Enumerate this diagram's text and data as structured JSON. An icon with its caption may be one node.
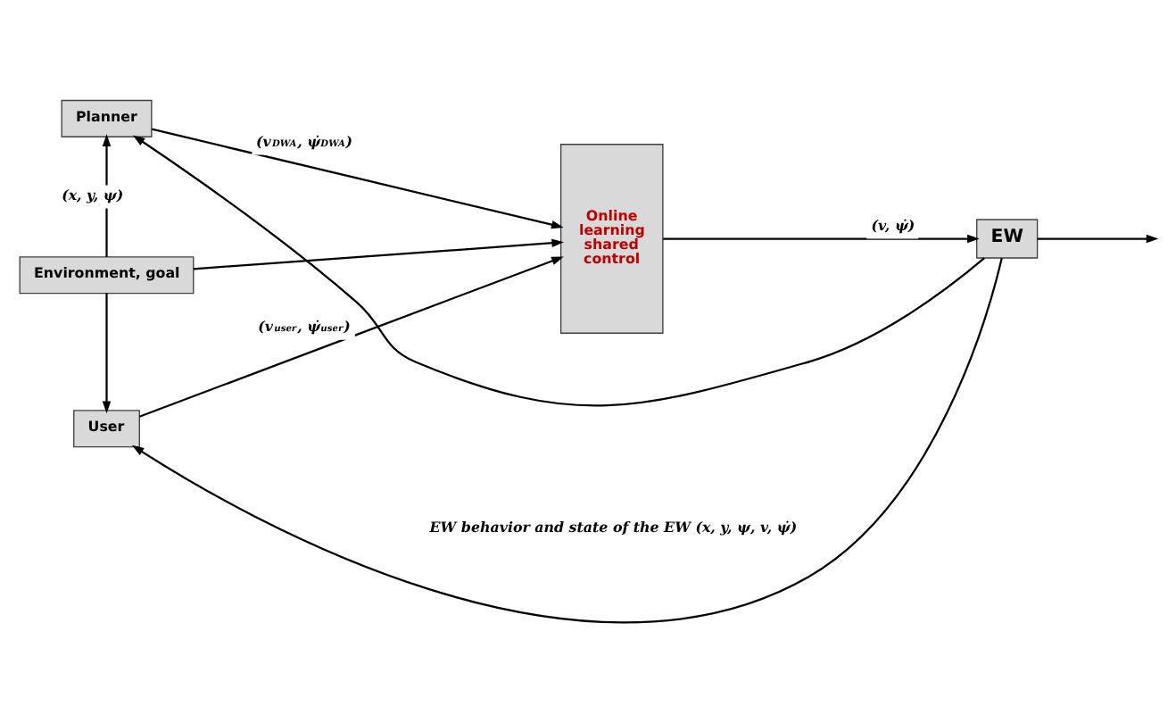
{
  "diagram": {
    "nodes": [
      {
        "text": [
          "Planner"
        ]
      },
      {
        "text": [
          "Environment, goal"
        ]
      },
      {
        "text": [
          "User"
        ]
      },
      {
        "text": [
          "Online learning shared control"
        ]
      },
      {
        "text": [
          "EW"
        ]
      }
    ],
    "edges": [
      {
        "from": 1,
        "to": 0,
        "arrow": "to",
        "label": "(x, y, ψ)"
      },
      {
        "from": 1,
        "to": 2,
        "arrow": "to"
      },
      {
        "from": 0,
        "to": 3,
        "arrow": "to",
        "label": "(v$_{DWA}$, ψ̇$_{DWA}$)"
      },
      {
        "from": 1,
        "to": 3,
        "arrow": "to"
      },
      {
        "from": 2,
        "to": 3,
        "arrow": "to",
        "label": "(v$_{user}$, ψ̇$_{user}$)"
      },
      {
        "from": 3,
        "to": 4,
        "arrow": "to",
        "label": "(v, ψ̇)"
      },
      {
        "from": 4,
        "to": null,
        "arrow": "to"
      },
      {
        "from": 4,
        "to": 0,
        "arrow": "to"
      },
      {
        "from": 4,
        "to": 2,
        "arrow": "to"
      }
    ],
    "labels": [
      "EW behavior and state of the EW (x, y, ψ, v, ψ̇)"
    ]
  }
}
